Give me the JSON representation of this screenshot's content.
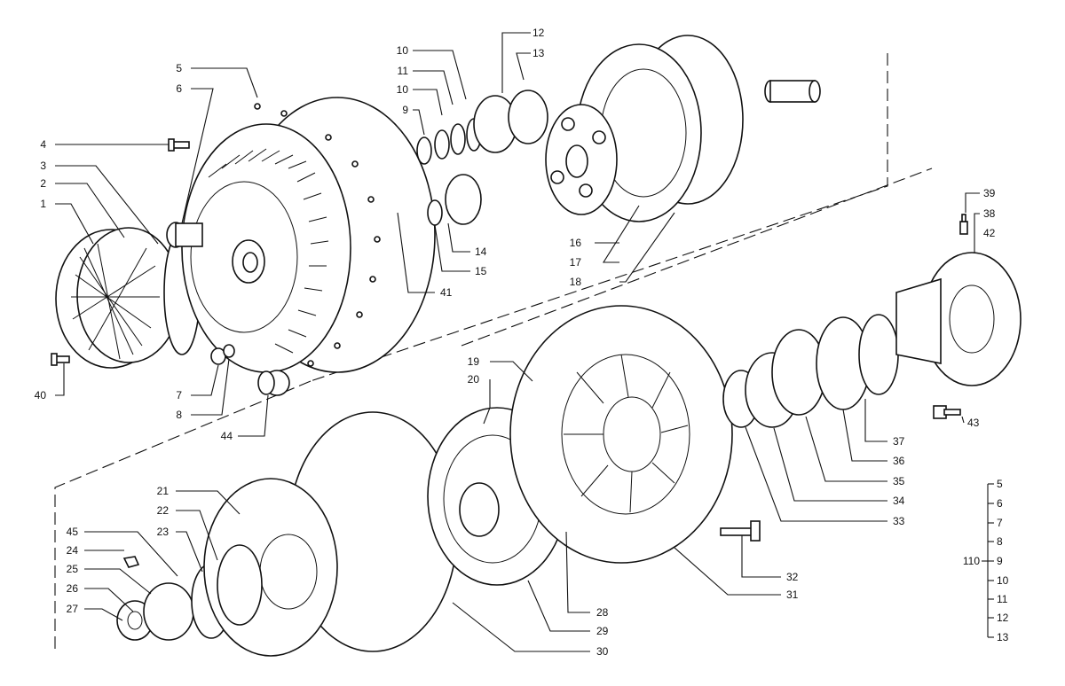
{
  "callouts": [
    "1",
    "2",
    "3",
    "4",
    "5",
    "6",
    "7",
    "8",
    "9",
    "10",
    "10",
    "11",
    "12",
    "13",
    "14",
    "15",
    "16",
    "17",
    "18",
    "19",
    "20",
    "21",
    "22",
    "23",
    "24",
    "25",
    "26",
    "27",
    "28",
    "29",
    "30",
    "31",
    "32",
    "33",
    "34",
    "35",
    "36",
    "37",
    "38",
    "39",
    "40",
    "41",
    "42",
    "43",
    "44",
    "45"
  ],
  "group": {
    "parent": "110",
    "items": [
      "5",
      "6",
      "7",
      "8",
      "9",
      "10",
      "11",
      "12",
      "13"
    ]
  }
}
